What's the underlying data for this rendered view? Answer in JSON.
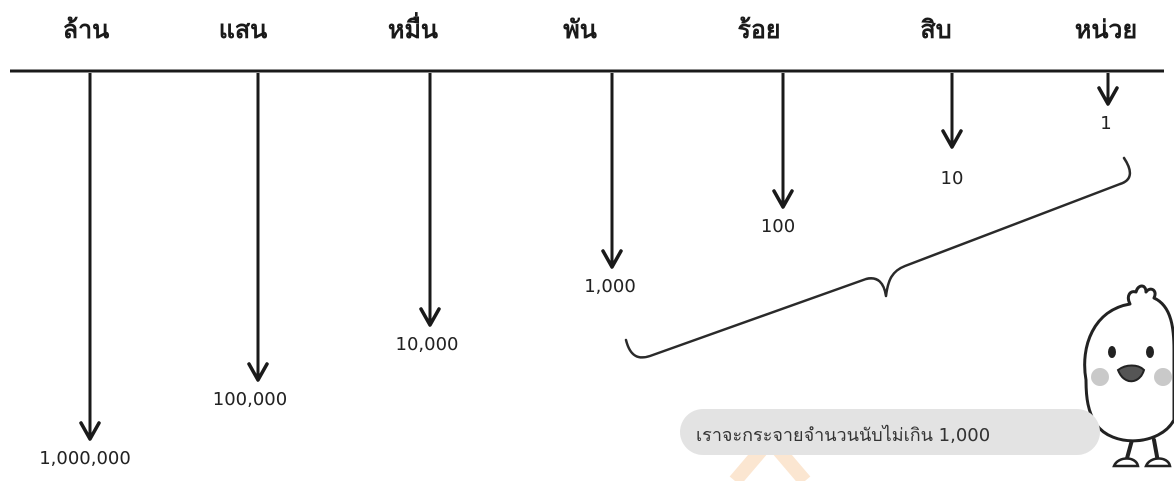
{
  "places": [
    {
      "header": "ล้าน",
      "value": "1,000,000"
    },
    {
      "header": "แสน",
      "value": "100,000"
    },
    {
      "header": "หมื่น",
      "value": "10,000"
    },
    {
      "header": "พัน",
      "value": "1,000"
    },
    {
      "header": "ร้อย",
      "value": "100"
    },
    {
      "header": "สิบ",
      "value": "10"
    },
    {
      "header": "หน่วย",
      "value": "1"
    }
  ],
  "note": "เราจะกระจายจำนวนนับไม่เกิน 1,000",
  "colors": {
    "ink": "#1a1a1a",
    "pill": "#e3e3e3",
    "cheek": "#c9c9c9",
    "watermark": "#f6c79a"
  },
  "icons": {
    "mascot": "chick-mascot-icon",
    "watermark": "chevron-watermark-icon"
  }
}
